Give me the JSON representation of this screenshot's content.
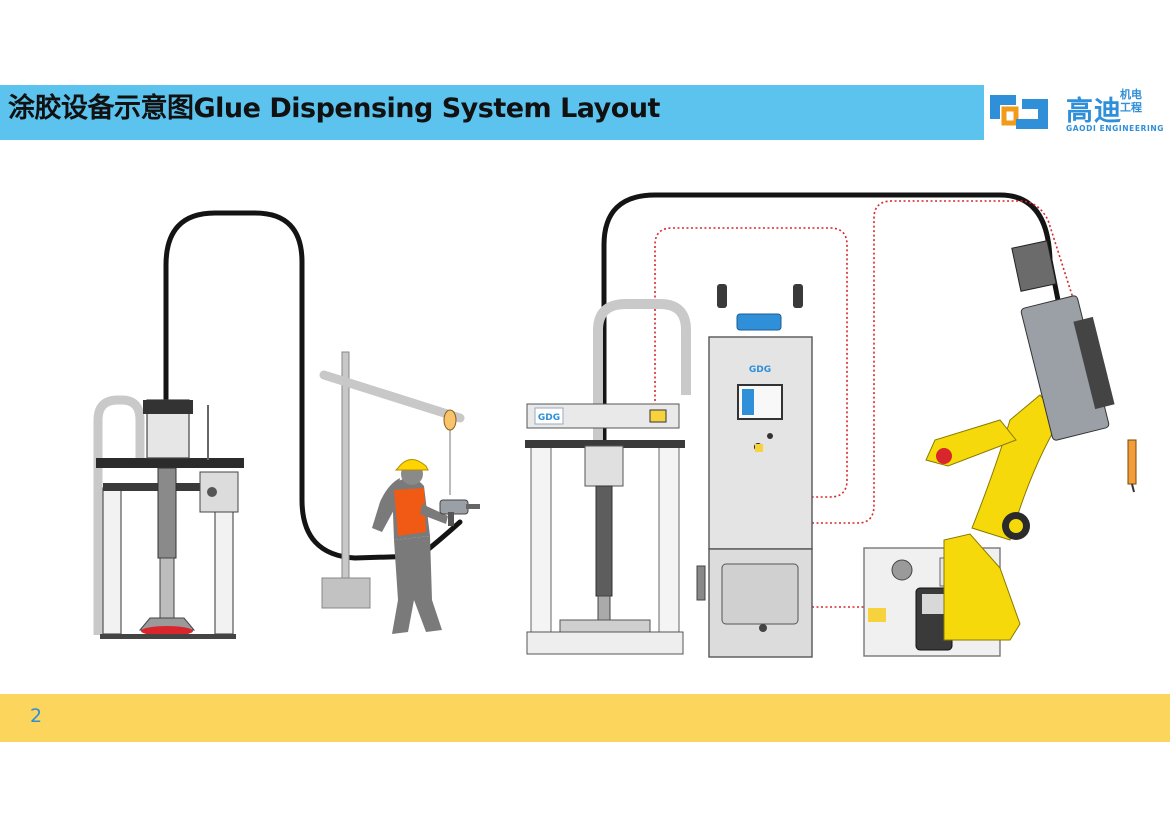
{
  "header": {
    "title": "涂胶设备示意图Glue Dispensing System Layout",
    "bar_color": "#5cc3ef"
  },
  "logo": {
    "name_cn": "高迪",
    "name_cn_small": "机电工程",
    "name_en": "GAODI ENGINEERING",
    "accent": "#2f8fd8",
    "secondary": "#f29b1a"
  },
  "diagram": {
    "components": [
      {
        "id": "drum-pump",
        "icon": "drum-pump-unit"
      },
      {
        "id": "operator",
        "icon": "worker-with-handheld-gun"
      },
      {
        "id": "dispensing-unit",
        "icon": "pump-station"
      },
      {
        "id": "control-cabinet",
        "icon": "electrical-cabinet"
      },
      {
        "id": "robot-controller",
        "icon": "robot-controller-cabinet"
      },
      {
        "id": "industrial-robot",
        "icon": "yellow-robot-arm"
      }
    ],
    "colors": {
      "hose": "#141414",
      "signal": "#d9262c",
      "robot": "#f5d90a",
      "vest": "#f05a14",
      "helmet": "#ffd400"
    }
  },
  "footer": {
    "page_number": "2",
    "bar_color": "#fcd55c"
  }
}
